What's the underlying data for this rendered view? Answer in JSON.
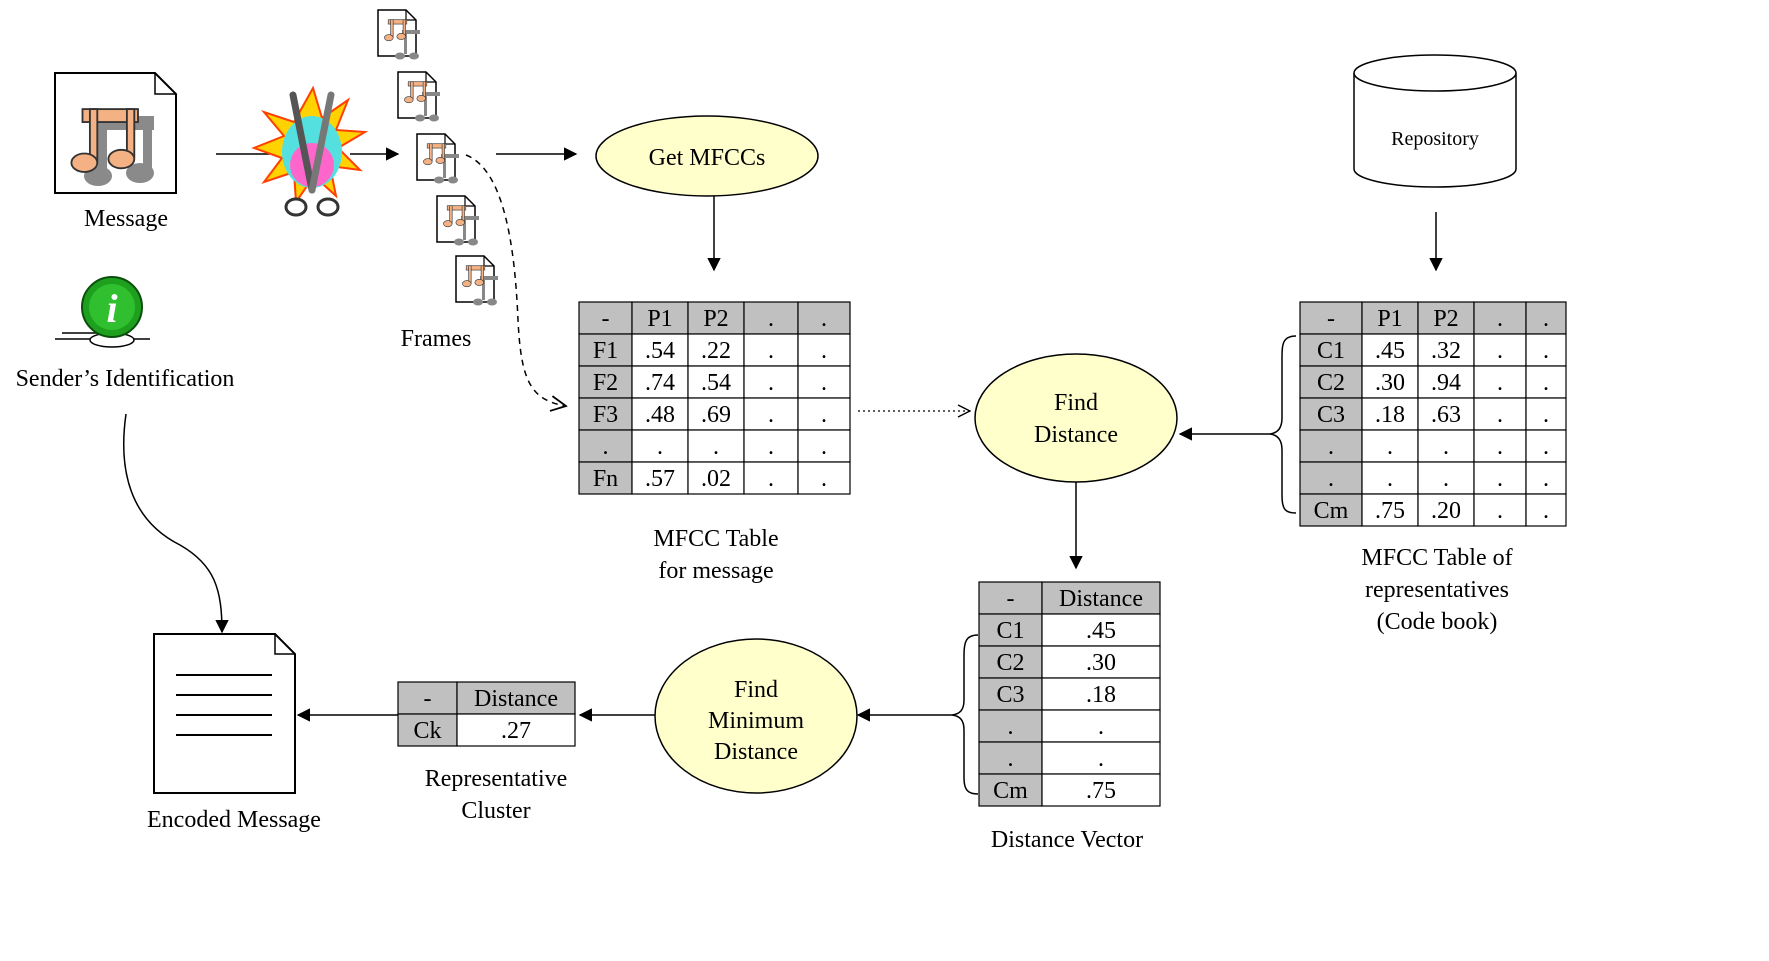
{
  "labels": {
    "message": "Message",
    "frames": "Frames",
    "sender_identification": "Sender’s Identification",
    "mfcc_table_line1": "MFCC Table",
    "mfcc_table_line2": "for message",
    "mfcc_rep_line1": "MFCC Table of",
    "mfcc_rep_line2": "representatives",
    "mfcc_rep_line3": "(Code book)",
    "distance_vector": "Distance Vector",
    "representative_line1": "Representative",
    "representative_line2": "Cluster",
    "encoded_message": "Encoded Message",
    "repository": "Repository"
  },
  "processes": {
    "get_mfccs": "Get MFCCs",
    "find_distance_line1": "Find",
    "find_distance_line2": "Distance",
    "find_min_line1": "Find",
    "find_min_line2": "Minimum",
    "find_min_line3": "Distance"
  },
  "mfcc_message_table": {
    "header": [
      "-",
      "P1",
      "P2",
      ".",
      "."
    ],
    "rows": [
      [
        "F1",
        ".54",
        ".22",
        ".",
        "."
      ],
      [
        "F2",
        ".74",
        ".54",
        ".",
        "."
      ],
      [
        "F3",
        ".48",
        ".69",
        ".",
        "."
      ],
      [
        ".",
        ".",
        ".",
        ".",
        "."
      ],
      [
        "Fn",
        ".57",
        ".02",
        ".",
        "."
      ]
    ]
  },
  "mfcc_codebook_table": {
    "header": [
      "-",
      "P1",
      "P2",
      ".",
      "."
    ],
    "rows": [
      [
        "C1",
        ".45",
        ".32",
        ".",
        "."
      ],
      [
        "C2",
        ".30",
        ".94",
        ".",
        "."
      ],
      [
        "C3",
        ".18",
        ".63",
        ".",
        "."
      ],
      [
        ".",
        ".",
        ".",
        ".",
        "."
      ],
      [
        ".",
        ".",
        ".",
        ".",
        "."
      ],
      [
        "Cm",
        ".75",
        ".20",
        ".",
        "."
      ]
    ]
  },
  "distance_table": {
    "header": [
      "-",
      "Distance"
    ],
    "rows": [
      [
        "C1",
        ".45"
      ],
      [
        "C2",
        ".30"
      ],
      [
        "C3",
        ".18"
      ],
      [
        ".",
        "."
      ],
      [
        ".",
        "."
      ],
      [
        "Cm",
        ".75"
      ]
    ]
  },
  "representative_table": {
    "header": [
      "-",
      "Distance"
    ],
    "rows": [
      [
        "Ck",
        ".27"
      ]
    ]
  },
  "icons": {
    "message": "music-note-document-icon",
    "cutter": "scissors-burst-icon",
    "frame": "music-note-frame-icon",
    "info": "info-icon",
    "encoded": "document-icon",
    "repository": "database-cylinder-icon"
  },
  "colors": {
    "table_header_fill": "#c0c0c0",
    "process_fill": "#ffffcc",
    "note_fill": "#f4b183",
    "info_green": "#1ea01e"
  }
}
